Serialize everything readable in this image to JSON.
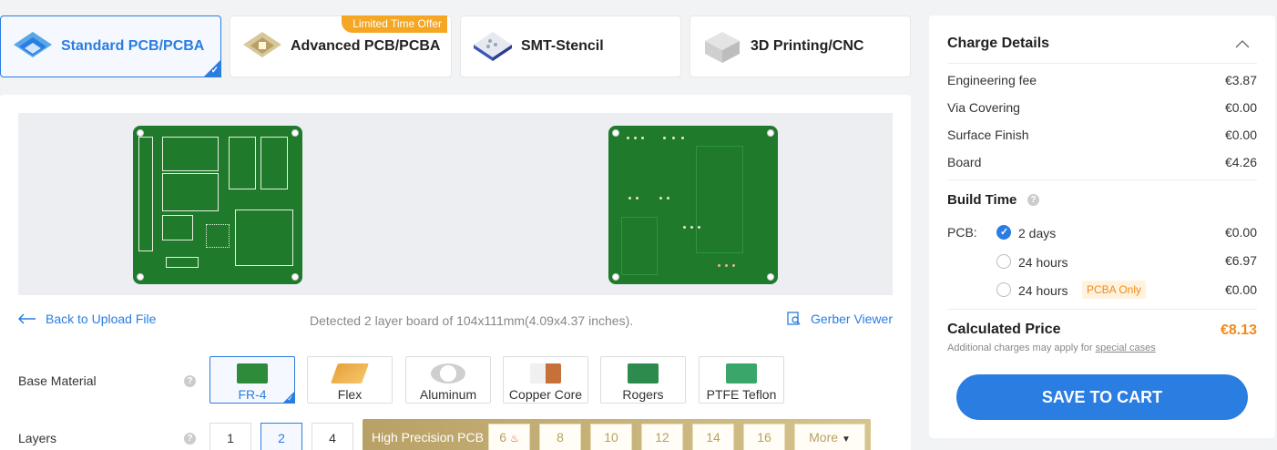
{
  "tabs": [
    {
      "label": "Standard PCB/PCBA",
      "icon": "pcb-stack-icon"
    },
    {
      "label": "Advanced PCB/PCBA",
      "icon": "chip-gold-icon",
      "badge": "Limited Time Offer"
    },
    {
      "label": "SMT-Stencil",
      "icon": "stencil-icon"
    },
    {
      "label": "3D Printing/CNC",
      "icon": "cube-3d-icon"
    }
  ],
  "toolbar": {
    "back_label": "Back to Upload File",
    "detected": "Detected 2 layer board of 104x111mm(4.09x4.37 inches).",
    "gerber_label": "Gerber Viewer"
  },
  "base_material": {
    "label": "Base Material",
    "options": [
      "FR-4",
      "Flex",
      "Aluminum",
      "Copper Core",
      "Rogers",
      "PTFE Teflon"
    ],
    "selected": "FR-4"
  },
  "layers": {
    "label": "Layers",
    "options": [
      "1",
      "2",
      "4"
    ],
    "selected": "2",
    "high_precision_label": "High Precision PCB",
    "high_precision_options": [
      "6",
      "8",
      "10",
      "12",
      "14",
      "16"
    ],
    "more_label": "More"
  },
  "charge": {
    "title": "Charge Details",
    "items": [
      {
        "label": "Engineering fee",
        "value": "€3.87"
      },
      {
        "label": "Via Covering",
        "value": "€0.00"
      },
      {
        "label": "Surface Finish",
        "value": "€0.00"
      },
      {
        "label": "Board",
        "value": "€4.26"
      }
    ],
    "build_time_title": "Build Time",
    "pcb_label": "PCB:",
    "build_options": [
      {
        "label": "2 days",
        "value": "€0.00",
        "selected": true
      },
      {
        "label": "24 hours",
        "value": "€6.97",
        "selected": false
      },
      {
        "label": "24 hours",
        "value": "€0.00",
        "selected": false,
        "tag": "PCBA Only"
      }
    ],
    "calc_label": "Calculated Price",
    "calc_value": "€8.13",
    "note": "Additional charges may apply for",
    "note_link": "special cases",
    "cart_label": "SAVE TO CART"
  },
  "colors": {
    "accent": "#2a7de1",
    "price": "#f08a1e",
    "board": "#1f7a2c",
    "gold": "#b8a166"
  }
}
